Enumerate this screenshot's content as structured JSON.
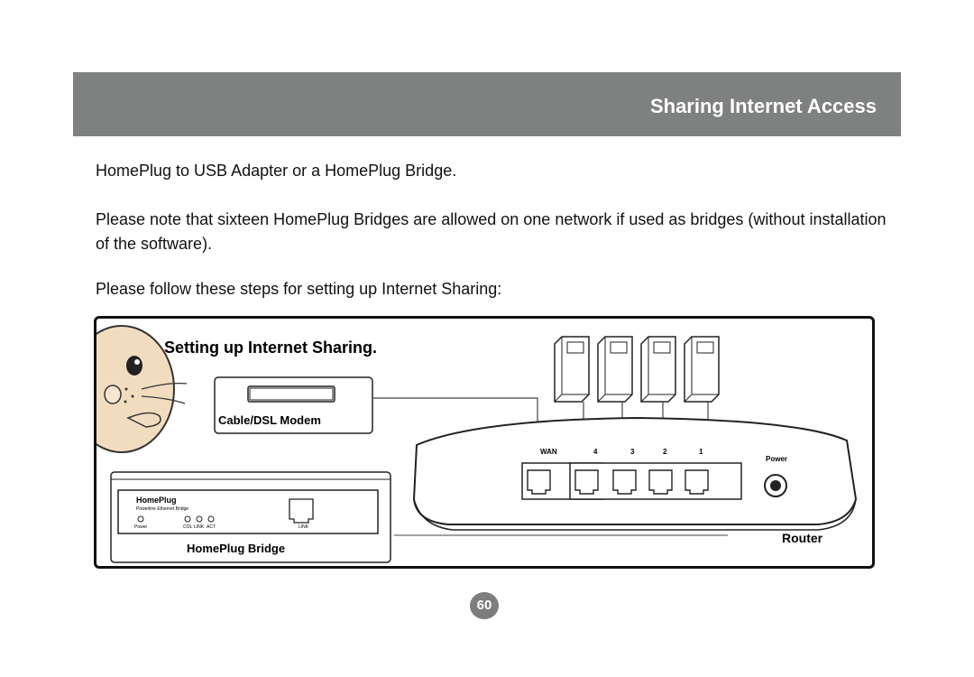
{
  "header": {
    "title": "Sharing Internet Access"
  },
  "paragraphs": [
    "HomePlug to USB Adapter or a HomePlug Bridge.",
    "Please note that sixteen HomePlug Bridges are allowed on one network if used as bridges (without installation of the software).",
    "Please follow these steps for setting up Internet Sharing:"
  ],
  "figure": {
    "title": "Setting up Internet Sharing.",
    "modem": {
      "label": "Cable/DSL Modem"
    },
    "bridge": {
      "brand": "HomePlug",
      "subtitle": "Powerline Ethernet Bridge",
      "led_power": "Power",
      "led_col": "COL",
      "led_link": "LINK",
      "led_act": "ACT",
      "port_label": "LINK",
      "label": "HomePlug Bridge"
    },
    "router": {
      "label": "Router",
      "power_label": "Power",
      "ports": [
        "WAN",
        "4",
        "3",
        "2",
        "1"
      ]
    }
  },
  "page_number": "60"
}
